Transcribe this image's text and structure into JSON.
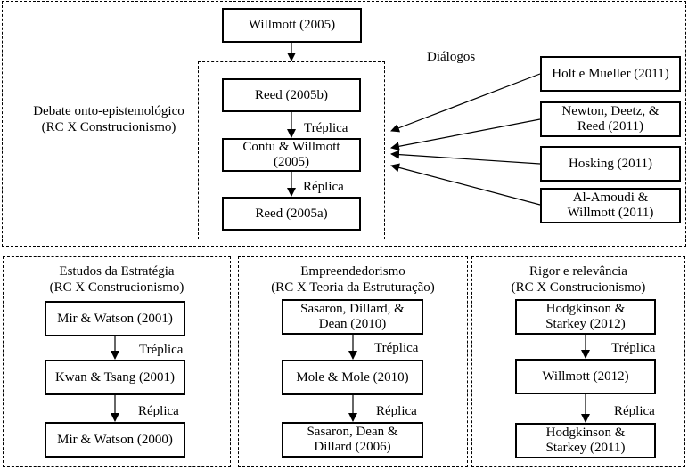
{
  "top_panel": {
    "topic": [
      "Debate onto-epistemológico",
      "(RC X Construcionismo)"
    ],
    "origin": "Willmott (2005)",
    "dialogs_label": "Diálogos",
    "chain": [
      {
        "text": "Reed (2005b)"
      },
      {
        "text": "Contu & Willmott (2005)",
        "lines": [
          "Contu & Willmott",
          "(2005)"
        ]
      },
      {
        "text": "Reed (2005a)"
      }
    ],
    "links": [
      "Tréplica",
      "Réplica"
    ],
    "dialogs": [
      {
        "lines": [
          "Holt e Mueller (2011)"
        ]
      },
      {
        "lines": [
          "Newton, Deetz, &",
          "Reed (2011)"
        ]
      },
      {
        "lines": [
          "Hosking (2011)"
        ]
      },
      {
        "lines": [
          "Al-Amoudi &",
          "Willmott (2011)"
        ]
      }
    ]
  },
  "bottom_panels": [
    {
      "title": [
        "Estudos da Estratégia",
        "(RC X Construcionismo)"
      ],
      "chain": [
        {
          "lines": [
            "Mir & Watson (2001)"
          ]
        },
        {
          "lines": [
            "Kwan & Tsang (2001)"
          ]
        },
        {
          "lines": [
            "Mir & Watson (2000)"
          ]
        }
      ],
      "links": [
        "Tréplica",
        "Réplica"
      ]
    },
    {
      "title": [
        "Empreendedorismo",
        "(RC X Teoria da Estruturação)"
      ],
      "chain": [
        {
          "lines": [
            "Sasaron, Dillard, &",
            "Dean (2010)"
          ]
        },
        {
          "lines": [
            "Mole & Mole (2010)"
          ]
        },
        {
          "lines": [
            "Sasaron, Dean &",
            "Dillard (2006)"
          ]
        }
      ],
      "links": [
        "Tréplica",
        "Réplica"
      ]
    },
    {
      "title": [
        "Rigor e relevância",
        "(RC X Construcionismo)"
      ],
      "chain": [
        {
          "lines": [
            "Hodgkinson &",
            "Starkey (2012)"
          ]
        },
        {
          "lines": [
            "Willmott (2012)"
          ]
        },
        {
          "lines": [
            "Hodgkinson &",
            "Starkey (2011)"
          ]
        }
      ],
      "links": [
        "Tréplica",
        "Réplica"
      ]
    }
  ]
}
